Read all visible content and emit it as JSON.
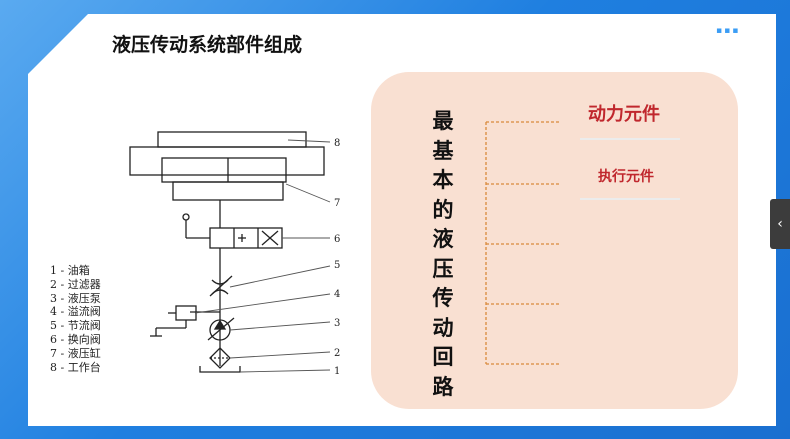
{
  "slide": {
    "title": "液压传动系统部件组成",
    "corner_marks": "▪▪▪"
  },
  "diagram": {
    "callouts": [
      "8",
      "7",
      "6",
      "5",
      "4",
      "3",
      "2",
      "1"
    ],
    "legend": [
      "1 - 油箱",
      "2 - 过滤器",
      "3 - 液压泵",
      "4 - 溢流阀",
      "5 - 节流阀",
      "6 - 换向阀",
      "7 - 液压缸",
      "8 - 工作台"
    ]
  },
  "panel": {
    "vertical_title": [
      "最",
      "基",
      "本",
      "的",
      "液",
      "压",
      "传",
      "动",
      "回",
      "路"
    ],
    "items": [
      {
        "label": "动力元件"
      },
      {
        "label": "执行元件"
      },
      {
        "label": ""
      },
      {
        "label": ""
      },
      {
        "label": ""
      }
    ]
  },
  "colors": {
    "frame": "#2a86e0",
    "panel": "#f9e0d2",
    "accent_red": "#c0272d",
    "bracket": "#d98a3c"
  },
  "side_tab": {
    "icon": "chevron-left-icon",
    "glyph": "‹"
  }
}
